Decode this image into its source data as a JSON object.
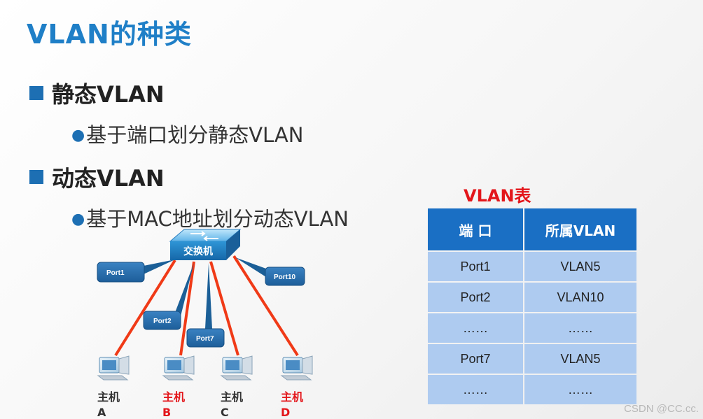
{
  "title": "VLAN的种类",
  "bullets": [
    {
      "label": "静态VLAN",
      "sub": "基于端口划分静态VLAN"
    },
    {
      "label": "动态VLAN",
      "sub": "基于MAC地址划分动态VLAN"
    }
  ],
  "diagram": {
    "switch_label": "交换机",
    "ports": [
      "Port1",
      "Port2",
      "Port7",
      "Port10"
    ],
    "hosts": [
      {
        "line1": "主机",
        "line2": "A"
      },
      {
        "line1": "主机",
        "line2": "B"
      },
      {
        "line1": "主机",
        "line2": "C"
      },
      {
        "line1": "主机",
        "line2": "D"
      }
    ],
    "colors": {
      "red": "#f03a17",
      "blue": "#1b5f97",
      "host_red": "#e3161b",
      "host_dark": "#333333"
    }
  },
  "vlan_table": {
    "title": "VLAN表",
    "headers": [
      "端 口",
      "所属VLAN"
    ],
    "rows": [
      [
        "Port1",
        "VLAN5"
      ],
      [
        "Port2",
        "VLAN10"
      ],
      [
        "……",
        "……"
      ],
      [
        "Port7",
        "VLAN5"
      ],
      [
        "……",
        "……"
      ]
    ]
  },
  "watermark": "CSDN @CC.cc."
}
